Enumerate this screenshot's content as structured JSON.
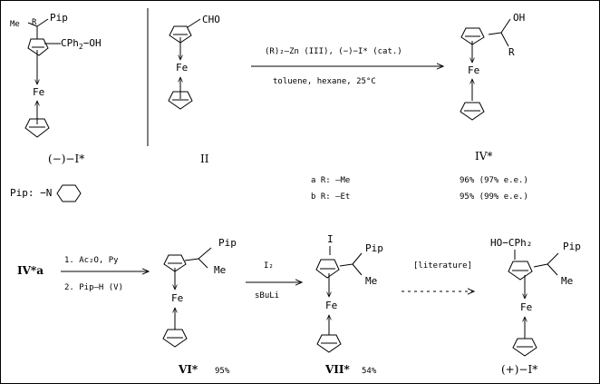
{
  "compound_I": {
    "label": "(−)−I*",
    "top_substituent": "Pip",
    "methyl": "Me",
    "stereo_mark": "R",
    "side_group": "CPh",
    "side_group_sub": "2",
    "side_group_tail": "−OH",
    "metal": "Fe"
  },
  "compound_II": {
    "label": "II",
    "group": "CHO",
    "metal": "Fe"
  },
  "reaction_1": {
    "above": "(R)₂—Zn (III), (−)−I* (cat.)",
    "below": "toluene, hexane, 25°C"
  },
  "compound_IV": {
    "label": "IV*",
    "hydroxyl": "OH",
    "r_group": "R",
    "metal": "Fe"
  },
  "pip_definition": {
    "text": "Pip: −N"
  },
  "results": [
    {
      "variant": "a R: —Me",
      "yield": "96% (97% e.e.)"
    },
    {
      "variant": "b R: —Et",
      "yield": "95% (99% e.e.)"
    }
  ],
  "start_label": "IV*a",
  "reaction_2": {
    "step1": "1. Ac₂O, Py",
    "step2": "2. Pip—H  (V)"
  },
  "compound_VI": {
    "label": "VI*",
    "yield": "95%",
    "top_substituent": "Pip",
    "methyl": "Me",
    "metal": "Fe"
  },
  "reaction_3": {
    "above": "I₂",
    "below": "sBuLi"
  },
  "compound_VII": {
    "label": "VII*",
    "yield": "54%",
    "iodo": "I",
    "top_substituent": "Pip",
    "methyl": "Me",
    "metal": "Fe"
  },
  "reaction_4": {
    "above": "[literature]"
  },
  "compound_final": {
    "label": "(+)−I*",
    "side_group": "HO−CPh₂",
    "top_substituent": "Pip",
    "methyl": "Me",
    "metal": "Fe"
  }
}
